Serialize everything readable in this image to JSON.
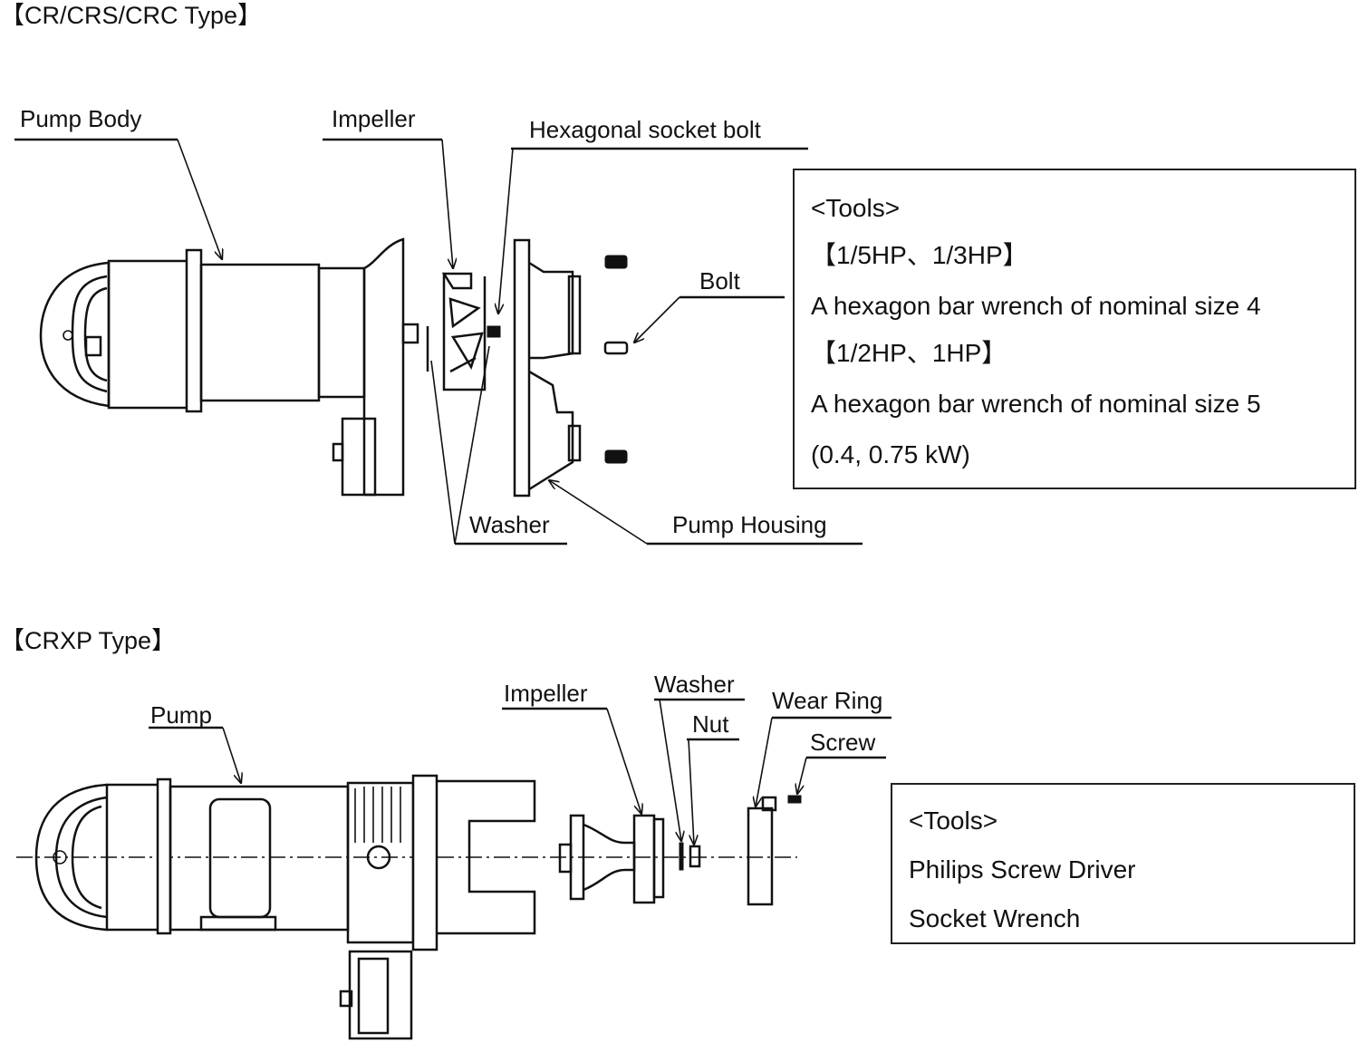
{
  "sections": {
    "top_title": "【CR/CRS/CRC Type】",
    "bottom_title": "【CRXP Type】"
  },
  "top_labels": {
    "pump_body": "Pump Body",
    "impeller": "Impeller",
    "hex_socket_bolt": "Hexagonal socket bolt",
    "bolt": "Bolt",
    "washer": "Washer",
    "pump_housing": "Pump Housing"
  },
  "top_tools": {
    "heading": "<Tools>",
    "group1": "【1/5HP、1/3HP】",
    "group1_tool": "A hexagon bar wrench of nominal size 4",
    "group2": "【1/2HP、1HP】",
    "group2_tool": "A hexagon bar wrench of nominal size 5",
    "group2_note": "(0.4, 0.75 kW)"
  },
  "bottom_labels": {
    "pump": "Pump",
    "impeller": "Impeller",
    "washer": "Washer",
    "nut": "Nut",
    "wear_ring": "Wear Ring",
    "screw": "Screw"
  },
  "bottom_tools": {
    "heading": "<Tools>",
    "tool1": "Philips Screw Driver",
    "tool2": "Socket Wrench"
  }
}
